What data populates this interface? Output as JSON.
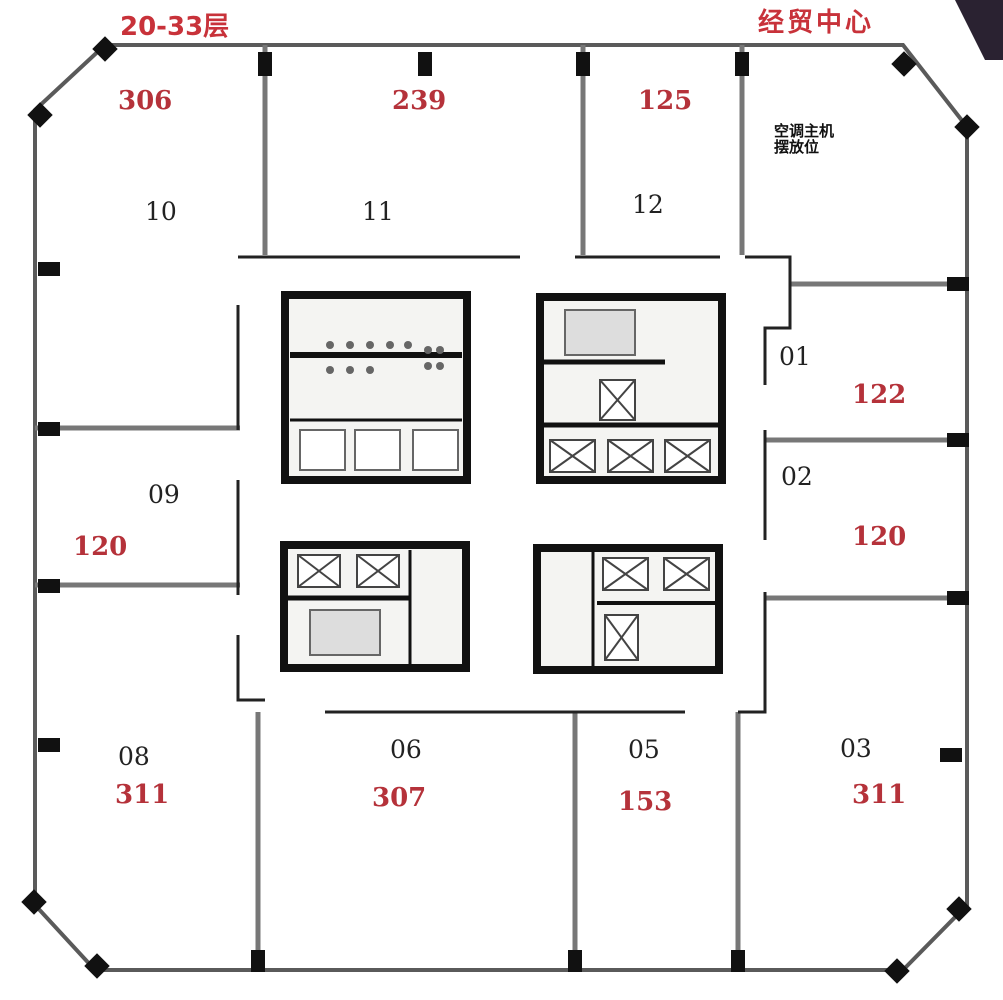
{
  "header": {
    "floors": "20-33层",
    "building": "经贸中心"
  },
  "note": {
    "line1": "空调主机",
    "line2": "摆放位"
  },
  "units": [
    {
      "id": "10",
      "area": "306"
    },
    {
      "id": "11",
      "area": "239"
    },
    {
      "id": "12",
      "area": "125"
    },
    {
      "id": "01",
      "area": "122"
    },
    {
      "id": "02",
      "area": "120"
    },
    {
      "id": "03",
      "area": "311"
    },
    {
      "id": "05",
      "area": "153"
    },
    {
      "id": "06",
      "area": "307"
    },
    {
      "id": "08",
      "area": "311"
    },
    {
      "id": "09",
      "area": "120"
    }
  ],
  "colors": {
    "area_text": "#b5323a",
    "title_text": "#c8323a",
    "wall": "#555555",
    "column": "#111111",
    "core_wall": "#1a1a1a"
  }
}
